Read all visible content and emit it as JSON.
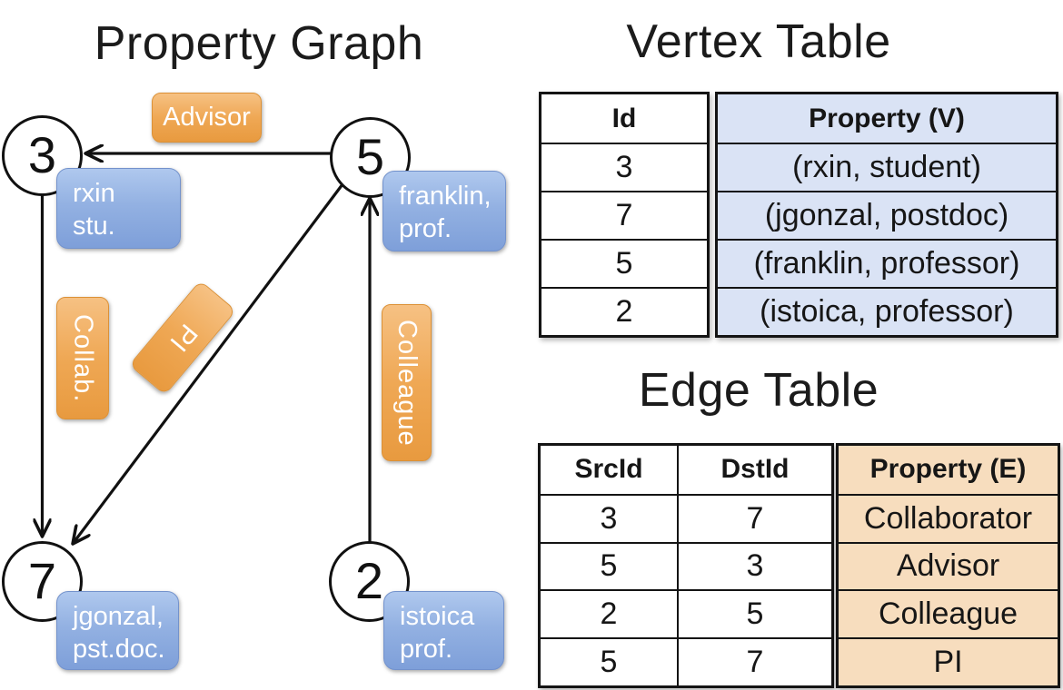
{
  "graph": {
    "title": "Property Graph",
    "nodes": [
      {
        "id": "3",
        "prop_line1": "rxin",
        "prop_line2": "stu."
      },
      {
        "id": "5",
        "prop_line1": "franklin,",
        "prop_line2": "prof."
      },
      {
        "id": "7",
        "prop_line1": "jgonzal,",
        "prop_line2": "pst.doc."
      },
      {
        "id": "2",
        "prop_line1": "istoica",
        "prop_line2": "prof."
      }
    ],
    "edge_labels": [
      {
        "label": "Advisor",
        "src": "5",
        "dst": "3"
      },
      {
        "label": "Collab.",
        "src": "3",
        "dst": "7"
      },
      {
        "label": "PI",
        "src": "5",
        "dst": "7"
      },
      {
        "label": "Colleague",
        "src": "2",
        "dst": "5"
      }
    ]
  },
  "vertex_table": {
    "title": "Vertex Table",
    "col_id": "Id",
    "col_property": "Property (V)",
    "rows": [
      {
        "id": "3",
        "property": "(rxin, student)"
      },
      {
        "id": "7",
        "property": "(jgonzal, postdoc)"
      },
      {
        "id": "5",
        "property": "(franklin, professor)"
      },
      {
        "id": "2",
        "property": "(istoica, professor)"
      }
    ]
  },
  "edge_table": {
    "title": "Edge Table",
    "col_src": "SrcId",
    "col_dst": "DstId",
    "col_property": "Property (E)",
    "rows": [
      {
        "src": "3",
        "dst": "7",
        "property": "Collaborator"
      },
      {
        "src": "5",
        "dst": "3",
        "property": "Advisor"
      },
      {
        "src": "2",
        "dst": "5",
        "property": "Colleague"
      },
      {
        "src": "5",
        "dst": "7",
        "property": "PI"
      }
    ]
  },
  "colors": {
    "edge_label_orange": "#EFA855",
    "vertex_prop_blue": "#93B1E2",
    "vertex_table_fill": "#DAE3F5",
    "edge_table_fill": "#F7DDBE",
    "line_black": "#111111"
  }
}
